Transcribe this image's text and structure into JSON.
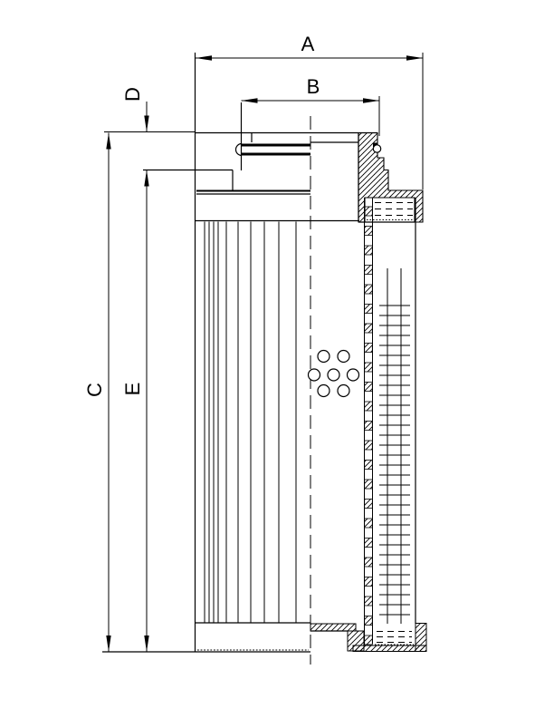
{
  "page": {
    "background": "#ffffff",
    "ink": "#000000"
  },
  "drawing": {
    "kind": "filter-element-dimensional-drawing",
    "labels": {
      "a": "A",
      "b": "B",
      "c": "C",
      "d": "D",
      "e": "E"
    }
  }
}
